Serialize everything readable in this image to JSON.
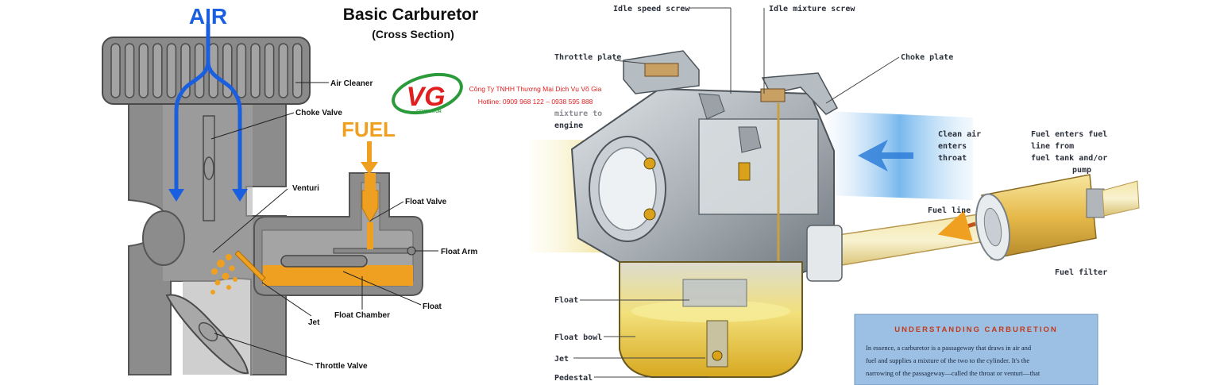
{
  "left_diagram": {
    "title": "Basic Carburetor",
    "subtitle": "(Cross Section)",
    "air_label": "AIR",
    "fuel_label": "FUEL",
    "labels": {
      "air_cleaner": "Air Cleaner",
      "choke_valve": "Choke Valve",
      "venturi": "Venturi",
      "float_valve": "Float Valve",
      "float_arm": "Float Arm",
      "float": "Float",
      "float_chamber": "Float Chamber",
      "jet": "Jet",
      "throttle_valve": "Throttle Valve"
    }
  },
  "watermark": {
    "logo_letters": "VG",
    "logo_sub": "GENERATOR",
    "company": "Công Ty TNHH Thương Mại Dịch Vụ Võ Gia",
    "hotline": "Hotline: 0909 968 122 – 0938 595 888"
  },
  "right_diagram": {
    "labels": {
      "idle_speed_screw": "Idle speed screw",
      "idle_mixture_screw": "Idle mixture screw",
      "throttle_plate": "Throttle plate",
      "choke_plate": "Choke plate",
      "to_engine_1": "mixture to",
      "to_engine_2": "engine",
      "clean_air_1": "Clean air",
      "clean_air_2": "enters",
      "clean_air_3": "throat",
      "fuel_enters_1": "Fuel enters fuel",
      "fuel_enters_2": "line from",
      "fuel_enters_3": "fuel tank and/or",
      "fuel_enters_4": "pump",
      "fuel_line": "Fuel line",
      "fuel_filter": "Fuel filter",
      "float": "Float",
      "float_bowl": "Float bowl",
      "jet": "Jet",
      "pedestal": "Pedestal"
    },
    "info_box": {
      "heading": "UNDERSTANDING CARBURETION",
      "line1": "In essence, a carburetor is a passageway that draws in air and",
      "line2": "fuel and supplies a mixture of the two to the cylinder. It's the",
      "line3": "narrowing of the passageway—called the throat or venturi—that"
    }
  },
  "colors": {
    "air": "#1a5fe0",
    "fuel": "#f0a020",
    "body_gray": "#8c8c8c",
    "text_red": "#e02020",
    "logo_green": "#2a9a3a",
    "info_box_bg": "#9cc0e4"
  }
}
